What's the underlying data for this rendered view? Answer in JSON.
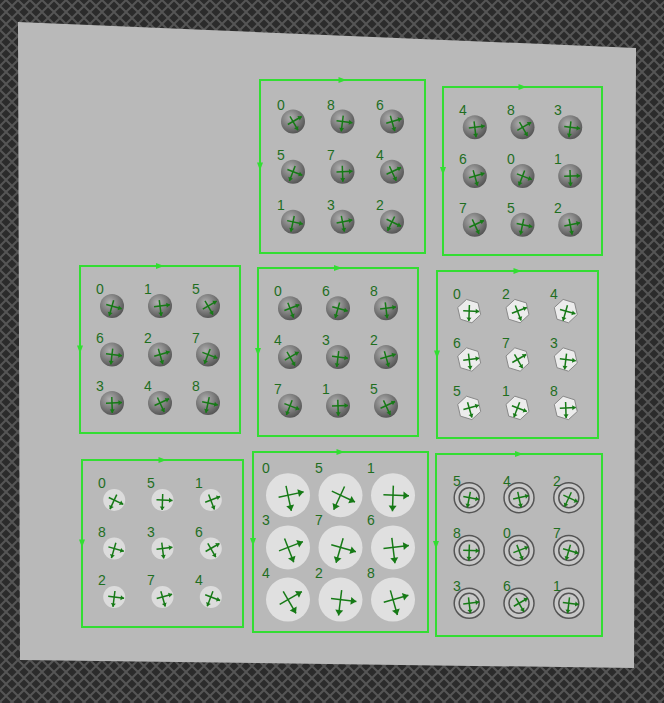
{
  "diagram": {
    "labels": [
      "0",
      "8",
      "6",
      "5",
      "7",
      "4",
      "1",
      "3",
      "2",
      "4",
      "8",
      "3",
      "6",
      "0",
      "1",
      "7",
      "5",
      "2",
      "0",
      "1",
      "5",
      "6",
      "2",
      "7",
      "3",
      "4",
      "8",
      "0",
      "6",
      "8",
      "4",
      "3",
      "2",
      "7",
      "1",
      "5",
      "0",
      "2",
      "4",
      "6",
      "7",
      "3",
      "5",
      "1",
      "8",
      "0",
      "5",
      "1",
      "8",
      "3",
      "6",
      "2",
      "7",
      "4",
      "0",
      "5",
      "1",
      "3",
      "7",
      "6",
      "4",
      "2",
      "8",
      "5",
      "4",
      "2",
      "8",
      "0",
      "7",
      "3",
      "6",
      "1"
    ]
  }
}
